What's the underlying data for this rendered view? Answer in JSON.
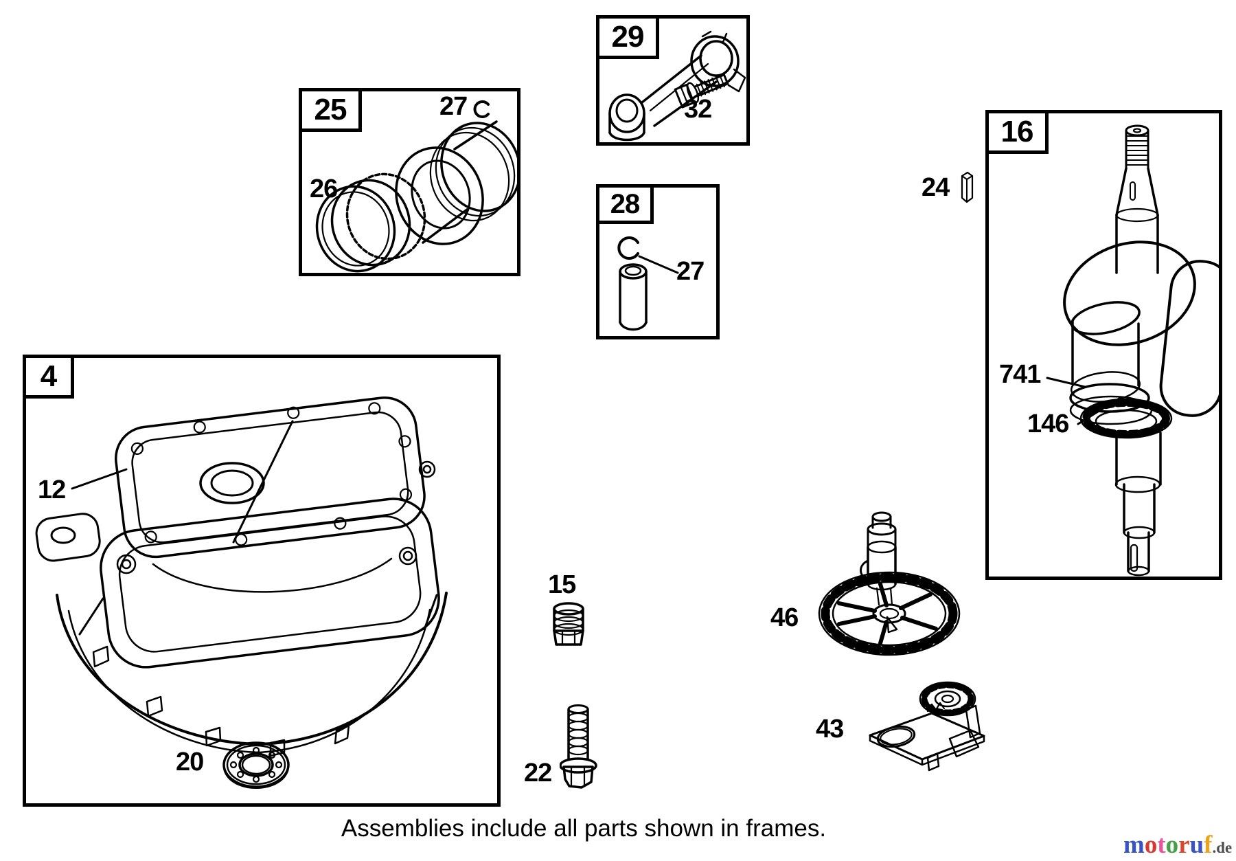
{
  "page": {
    "caption": "Assemblies include all parts shown in frames.",
    "background": "#ffffff",
    "line_color": "#000000"
  },
  "frames": {
    "f25": {
      "label": "25"
    },
    "f29": {
      "label": "29"
    },
    "f28": {
      "label": "28"
    },
    "f16": {
      "label": "16"
    },
    "f4": {
      "label": "4"
    }
  },
  "part_labels": {
    "p26": "26",
    "p27_piston": "27",
    "p27_pin": "27",
    "p32": "32",
    "p24": "24",
    "p741": "741",
    "p146": "146",
    "p12": "12",
    "p20": "20",
    "p15": "15",
    "p22": "22",
    "p46": "46",
    "p43": "43"
  },
  "logo": {
    "letters": [
      {
        "char": "m",
        "color": "#3a53c4"
      },
      {
        "char": "o",
        "color": "#d8392e"
      },
      {
        "char": "t",
        "color": "#e4559c"
      },
      {
        "char": "o",
        "color": "#43a047"
      },
      {
        "char": "r",
        "color": "#d9482b"
      },
      {
        "char": "u",
        "color": "#3a53c4"
      },
      {
        "char": "f",
        "color": "#eba51c"
      }
    ],
    "suffix": ".de",
    "suffix_color": "#4d4d4d"
  }
}
